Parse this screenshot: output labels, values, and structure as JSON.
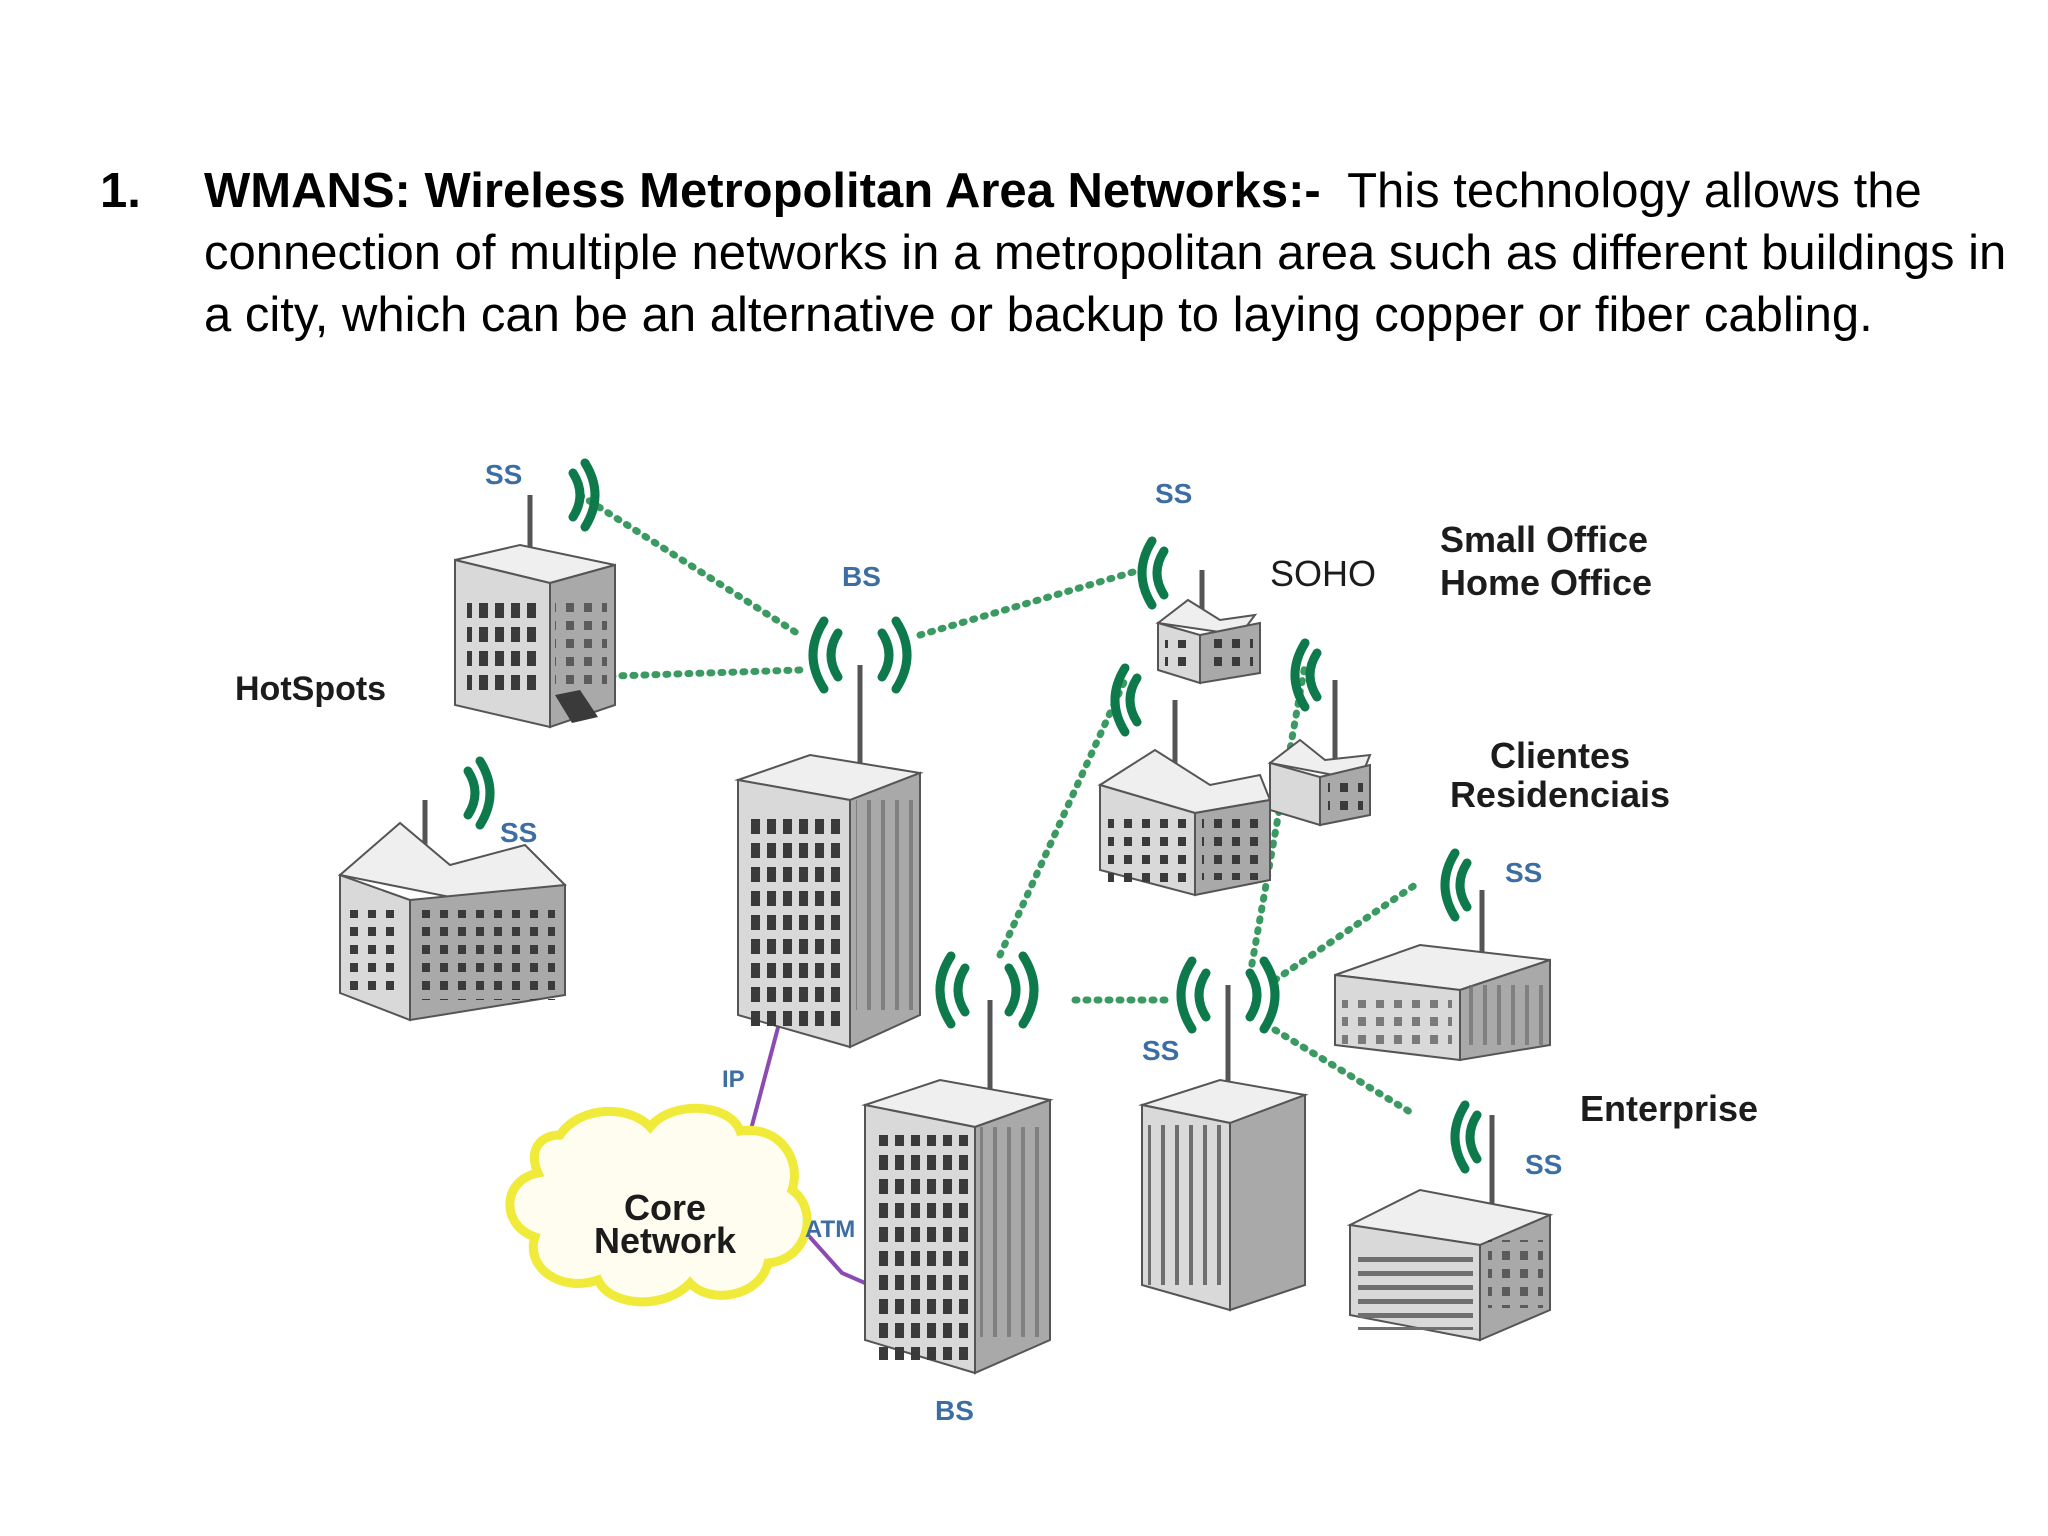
{
  "slide": {
    "item_number": "1.",
    "heading": "WMANS: Wireless Metropolitan Area Networks:-",
    "body": "This technology allows the connection of multiple networks in a metropolitan area such as different buildings in a city, which can be an alternative or backup to laying copper or fiber cabling."
  },
  "diagram": {
    "labels": {
      "ss_hotspot_top": "SS",
      "ss_hotspot_bottom": "SS",
      "hotspots": "HotSpots",
      "bs_top": "BS",
      "ss_soho": "SS",
      "soho": "SOHO",
      "small_office_line1": "Small Office",
      "small_office_line2": "Home Office",
      "clientes_line1": "Clientes",
      "clientes_line2": "Residenciais",
      "ss_enterprise_top": "SS",
      "ss_center": "SS",
      "enterprise": "Enterprise",
      "ss_enterprise_bottom": "SS",
      "ip": "IP",
      "atm": "ATM",
      "core_line1": "Core",
      "core_line2": "Network",
      "bs_bottom": "BS"
    },
    "colors": {
      "signal": "#0e7a4c",
      "link": "#3b9a62",
      "wired": "#8c4bb0",
      "core_cloud": "#f0ea3a",
      "label_blue": "#3d6ea3"
    }
  }
}
